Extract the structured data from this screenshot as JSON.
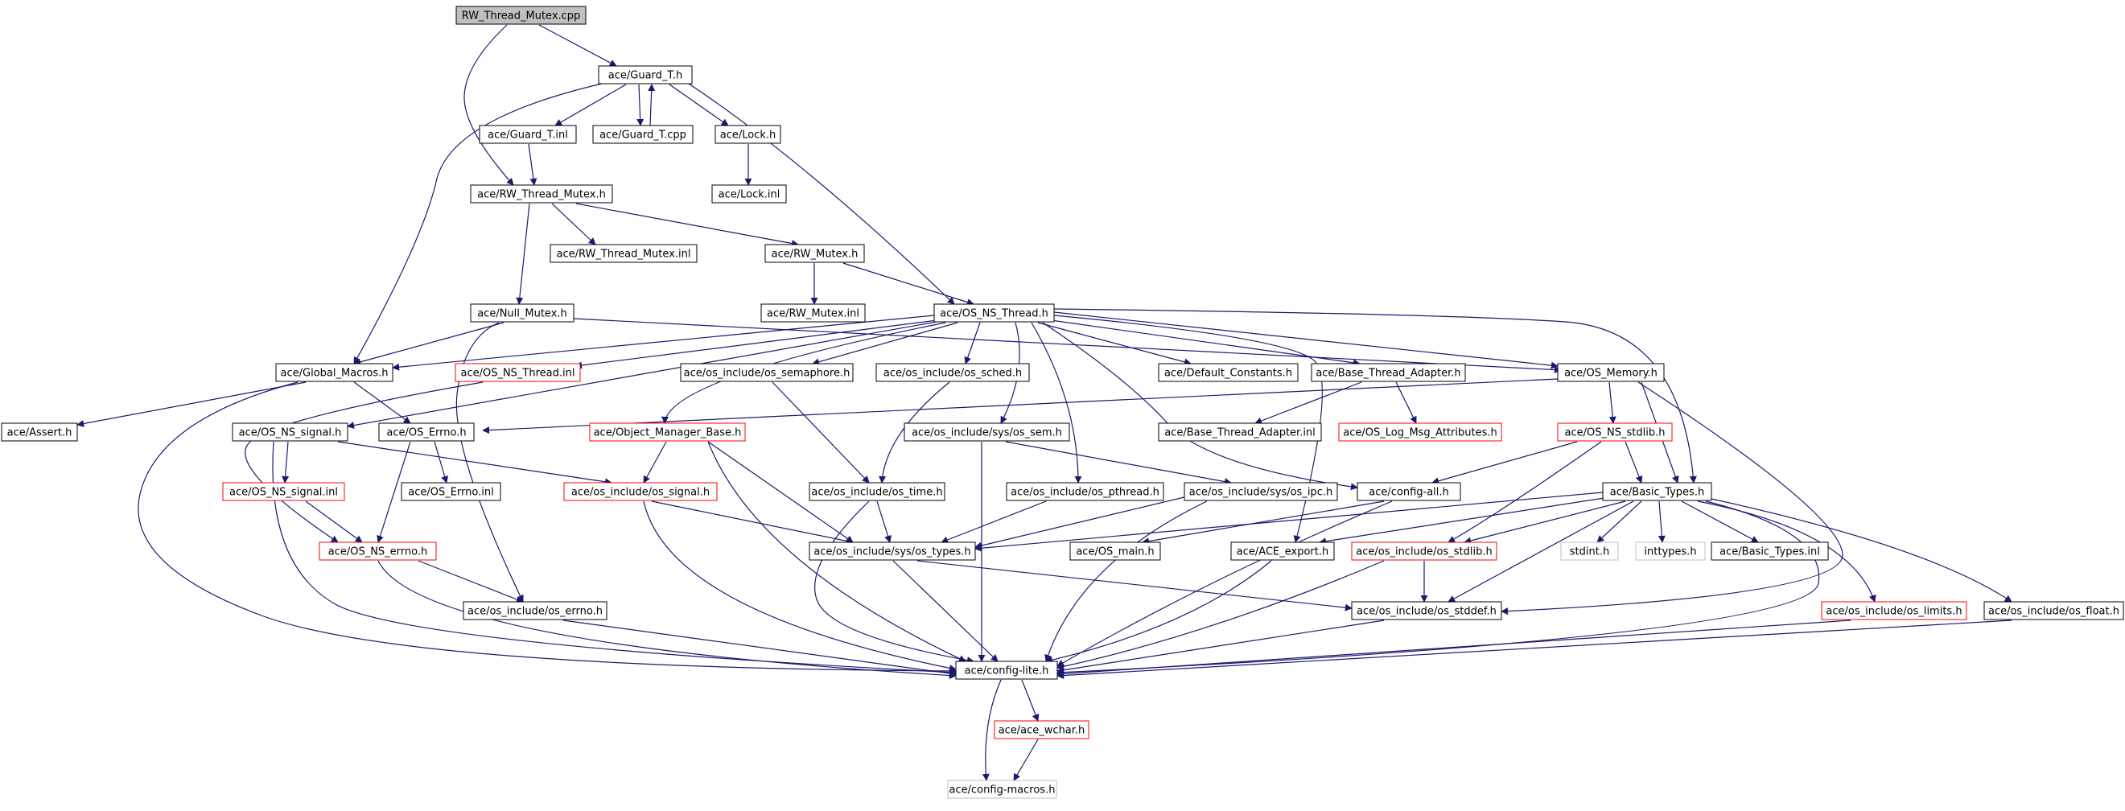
{
  "colors": {
    "edge": "#191970",
    "normal_border": "#000000",
    "missing_border": "#ff0000",
    "external_border": "#bfbfbf",
    "root_fill": "#bfbfbf",
    "text": "#000000"
  },
  "nodes": [
    {
      "id": "rw_thread_mutex_cpp",
      "label": "RW_Thread_Mutex.cpp",
      "kind": "root"
    },
    {
      "id": "guard_t_h",
      "label": "ace/Guard_T.h",
      "kind": "normal"
    },
    {
      "id": "guard_t_inl",
      "label": "ace/Guard_T.inl",
      "kind": "normal"
    },
    {
      "id": "guard_t_cpp",
      "label": "ace/Guard_T.cpp",
      "kind": "normal"
    },
    {
      "id": "lock_h",
      "label": "ace/Lock.h",
      "kind": "normal"
    },
    {
      "id": "lock_inl",
      "label": "ace/Lock.inl",
      "kind": "normal"
    },
    {
      "id": "rw_thread_mutex_h",
      "label": "ace/RW_Thread_Mutex.h",
      "kind": "normal"
    },
    {
      "id": "rw_thread_mutex_inl",
      "label": "ace/RW_Thread_Mutex.inl",
      "kind": "normal"
    },
    {
      "id": "rw_mutex_h",
      "label": "ace/RW_Mutex.h",
      "kind": "normal"
    },
    {
      "id": "rw_mutex_inl",
      "label": "ace/RW_Mutex.inl",
      "kind": "normal"
    },
    {
      "id": "null_mutex_h",
      "label": "ace/Null_Mutex.h",
      "kind": "normal"
    },
    {
      "id": "os_ns_thread_h",
      "label": "ace/OS_NS_Thread.h",
      "kind": "normal"
    },
    {
      "id": "global_macros_h",
      "label": "ace/Global_Macros.h",
      "kind": "normal"
    },
    {
      "id": "os_ns_thread_inl",
      "label": "ace/OS_NS_Thread.inl",
      "kind": "missing"
    },
    {
      "id": "os_semaphore_h",
      "label": "ace/os_include/os_semaphore.h",
      "kind": "normal"
    },
    {
      "id": "os_sched_h",
      "label": "ace/os_include/os_sched.h",
      "kind": "normal"
    },
    {
      "id": "default_constants_h",
      "label": "ace/Default_Constants.h",
      "kind": "normal"
    },
    {
      "id": "base_thread_adapter_h",
      "label": "ace/Base_Thread_Adapter.h",
      "kind": "normal"
    },
    {
      "id": "os_memory_h",
      "label": "ace/OS_Memory.h",
      "kind": "normal"
    },
    {
      "id": "assert_h",
      "label": "ace/Assert.h",
      "kind": "normal"
    },
    {
      "id": "os_ns_signal_h",
      "label": "ace/OS_NS_signal.h",
      "kind": "normal"
    },
    {
      "id": "os_errno_h",
      "label": "ace/OS_Errno.h",
      "kind": "normal"
    },
    {
      "id": "object_manager_base_h",
      "label": "ace/Object_Manager_Base.h",
      "kind": "missing"
    },
    {
      "id": "os_sem_h",
      "label": "ace/os_include/sys/os_sem.h",
      "kind": "normal"
    },
    {
      "id": "base_thread_adapter_inl",
      "label": "ace/Base_Thread_Adapter.inl",
      "kind": "normal"
    },
    {
      "id": "os_log_msg_attributes_h",
      "label": "ace/OS_Log_Msg_Attributes.h",
      "kind": "missing"
    },
    {
      "id": "os_ns_stdlib_h",
      "label": "ace/OS_NS_stdlib.h",
      "kind": "missing"
    },
    {
      "id": "os_ns_signal_inl",
      "label": "ace/OS_NS_signal.inl",
      "kind": "missing"
    },
    {
      "id": "os_errno_inl",
      "label": "ace/OS_Errno.inl",
      "kind": "normal"
    },
    {
      "id": "os_signal_h",
      "label": "ace/os_include/os_signal.h",
      "kind": "missing"
    },
    {
      "id": "os_time_h",
      "label": "ace/os_include/os_time.h",
      "kind": "normal"
    },
    {
      "id": "os_pthread_h",
      "label": "ace/os_include/os_pthread.h",
      "kind": "normal"
    },
    {
      "id": "os_ipc_h",
      "label": "ace/os_include/sys/os_ipc.h",
      "kind": "normal"
    },
    {
      "id": "config_all_h",
      "label": "ace/config-all.h",
      "kind": "normal"
    },
    {
      "id": "basic_types_h",
      "label": "ace/Basic_Types.h",
      "kind": "normal"
    },
    {
      "id": "os_ns_errno_h",
      "label": "ace/OS_NS_errno.h",
      "kind": "missing"
    },
    {
      "id": "os_types_h",
      "label": "ace/os_include/sys/os_types.h",
      "kind": "normal"
    },
    {
      "id": "os_main_h",
      "label": "ace/OS_main.h",
      "kind": "normal"
    },
    {
      "id": "ace_export_h",
      "label": "ace/ACE_export.h",
      "kind": "normal"
    },
    {
      "id": "os_stdlib_h",
      "label": "ace/os_include/os_stdlib.h",
      "kind": "missing"
    },
    {
      "id": "stdint_h",
      "label": "stdint.h",
      "kind": "external"
    },
    {
      "id": "inttypes_h",
      "label": "inttypes.h",
      "kind": "external"
    },
    {
      "id": "basic_types_inl",
      "label": "ace/Basic_Types.inl",
      "kind": "normal"
    },
    {
      "id": "os_errno_h2",
      "label": "ace/os_include/os_errno.h",
      "kind": "normal"
    },
    {
      "id": "os_stddef_h",
      "label": "ace/os_include/os_stddef.h",
      "kind": "normal"
    },
    {
      "id": "os_limits_h",
      "label": "ace/os_include/os_limits.h",
      "kind": "missing"
    },
    {
      "id": "os_float_h",
      "label": "ace/os_include/os_float.h",
      "kind": "normal"
    },
    {
      "id": "config_lite_h",
      "label": "ace/config-lite.h",
      "kind": "normal"
    },
    {
      "id": "ace_wchar_h",
      "label": "ace/ace_wchar.h",
      "kind": "missing"
    },
    {
      "id": "config_macros_h",
      "label": "ace/config-macros.h",
      "kind": "external"
    }
  ]
}
